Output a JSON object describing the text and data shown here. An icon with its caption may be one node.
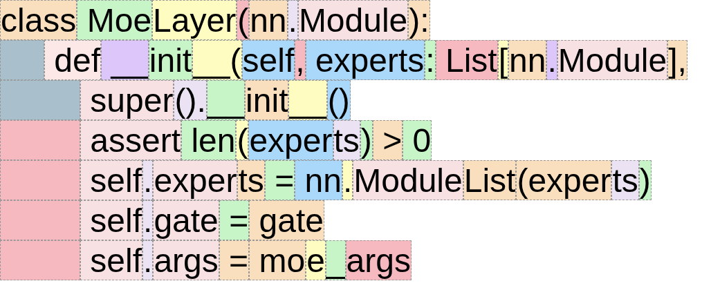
{
  "diagram": {
    "nodes": [
      {
        "text": [],
        "shape": "box"
      },
      {
        "text": [],
        "shape": "box"
      },
      {
        "text": [],
        "shape": "box"
      },
      {
        "text": [],
        "shape": "box"
      },
      {
        "text": [],
        "shape": "box"
      },
      {
        "text": [],
        "shape": "box"
      }
    ],
    "labels": [
      "class",
      " Moe",
      "Layer",
      "(",
      "nn",
      ".",
      "Module",
      "):",
      " def",
      " __",
      "init",
      "__(",
      "self",
      ",",
      " experts",
      ":",
      " List",
      "[",
      "nn",
      ".",
      "Module",
      "],",
      " super",
      "().",
      "__",
      "init",
      "__",
      "()",
      " assert",
      " len",
      "(",
      "exper",
      "ts",
      ")",
      " >",
      " 0",
      " self",
      ".",
      "exper",
      "ts",
      " =",
      " nn",
      ".",
      "Module",
      "List",
      "(exper",
      "ts",
      ")",
      " self",
      ".",
      "gate",
      " =",
      " gate",
      " self",
      ".",
      "args",
      " =",
      " mo",
      "e",
      "_",
      "args"
    ]
  }
}
